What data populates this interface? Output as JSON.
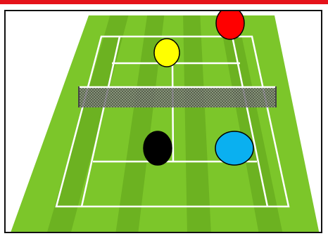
{
  "scene": {
    "name": "tennis-court-top-down",
    "accent": "#e5121a",
    "turf_light": "#7cc62a",
    "turf_dark": "#5ea319",
    "line_color": "#ffffff",
    "net_color": "#6b6b6b"
  },
  "players": [
    {
      "id": "red-player",
      "color": "#ff0000"
    },
    {
      "id": "yellow-player",
      "color": "#ffff00"
    },
    {
      "id": "black-player",
      "color": "#000000"
    },
    {
      "id": "blue-player",
      "color": "#0ab0f0"
    }
  ]
}
